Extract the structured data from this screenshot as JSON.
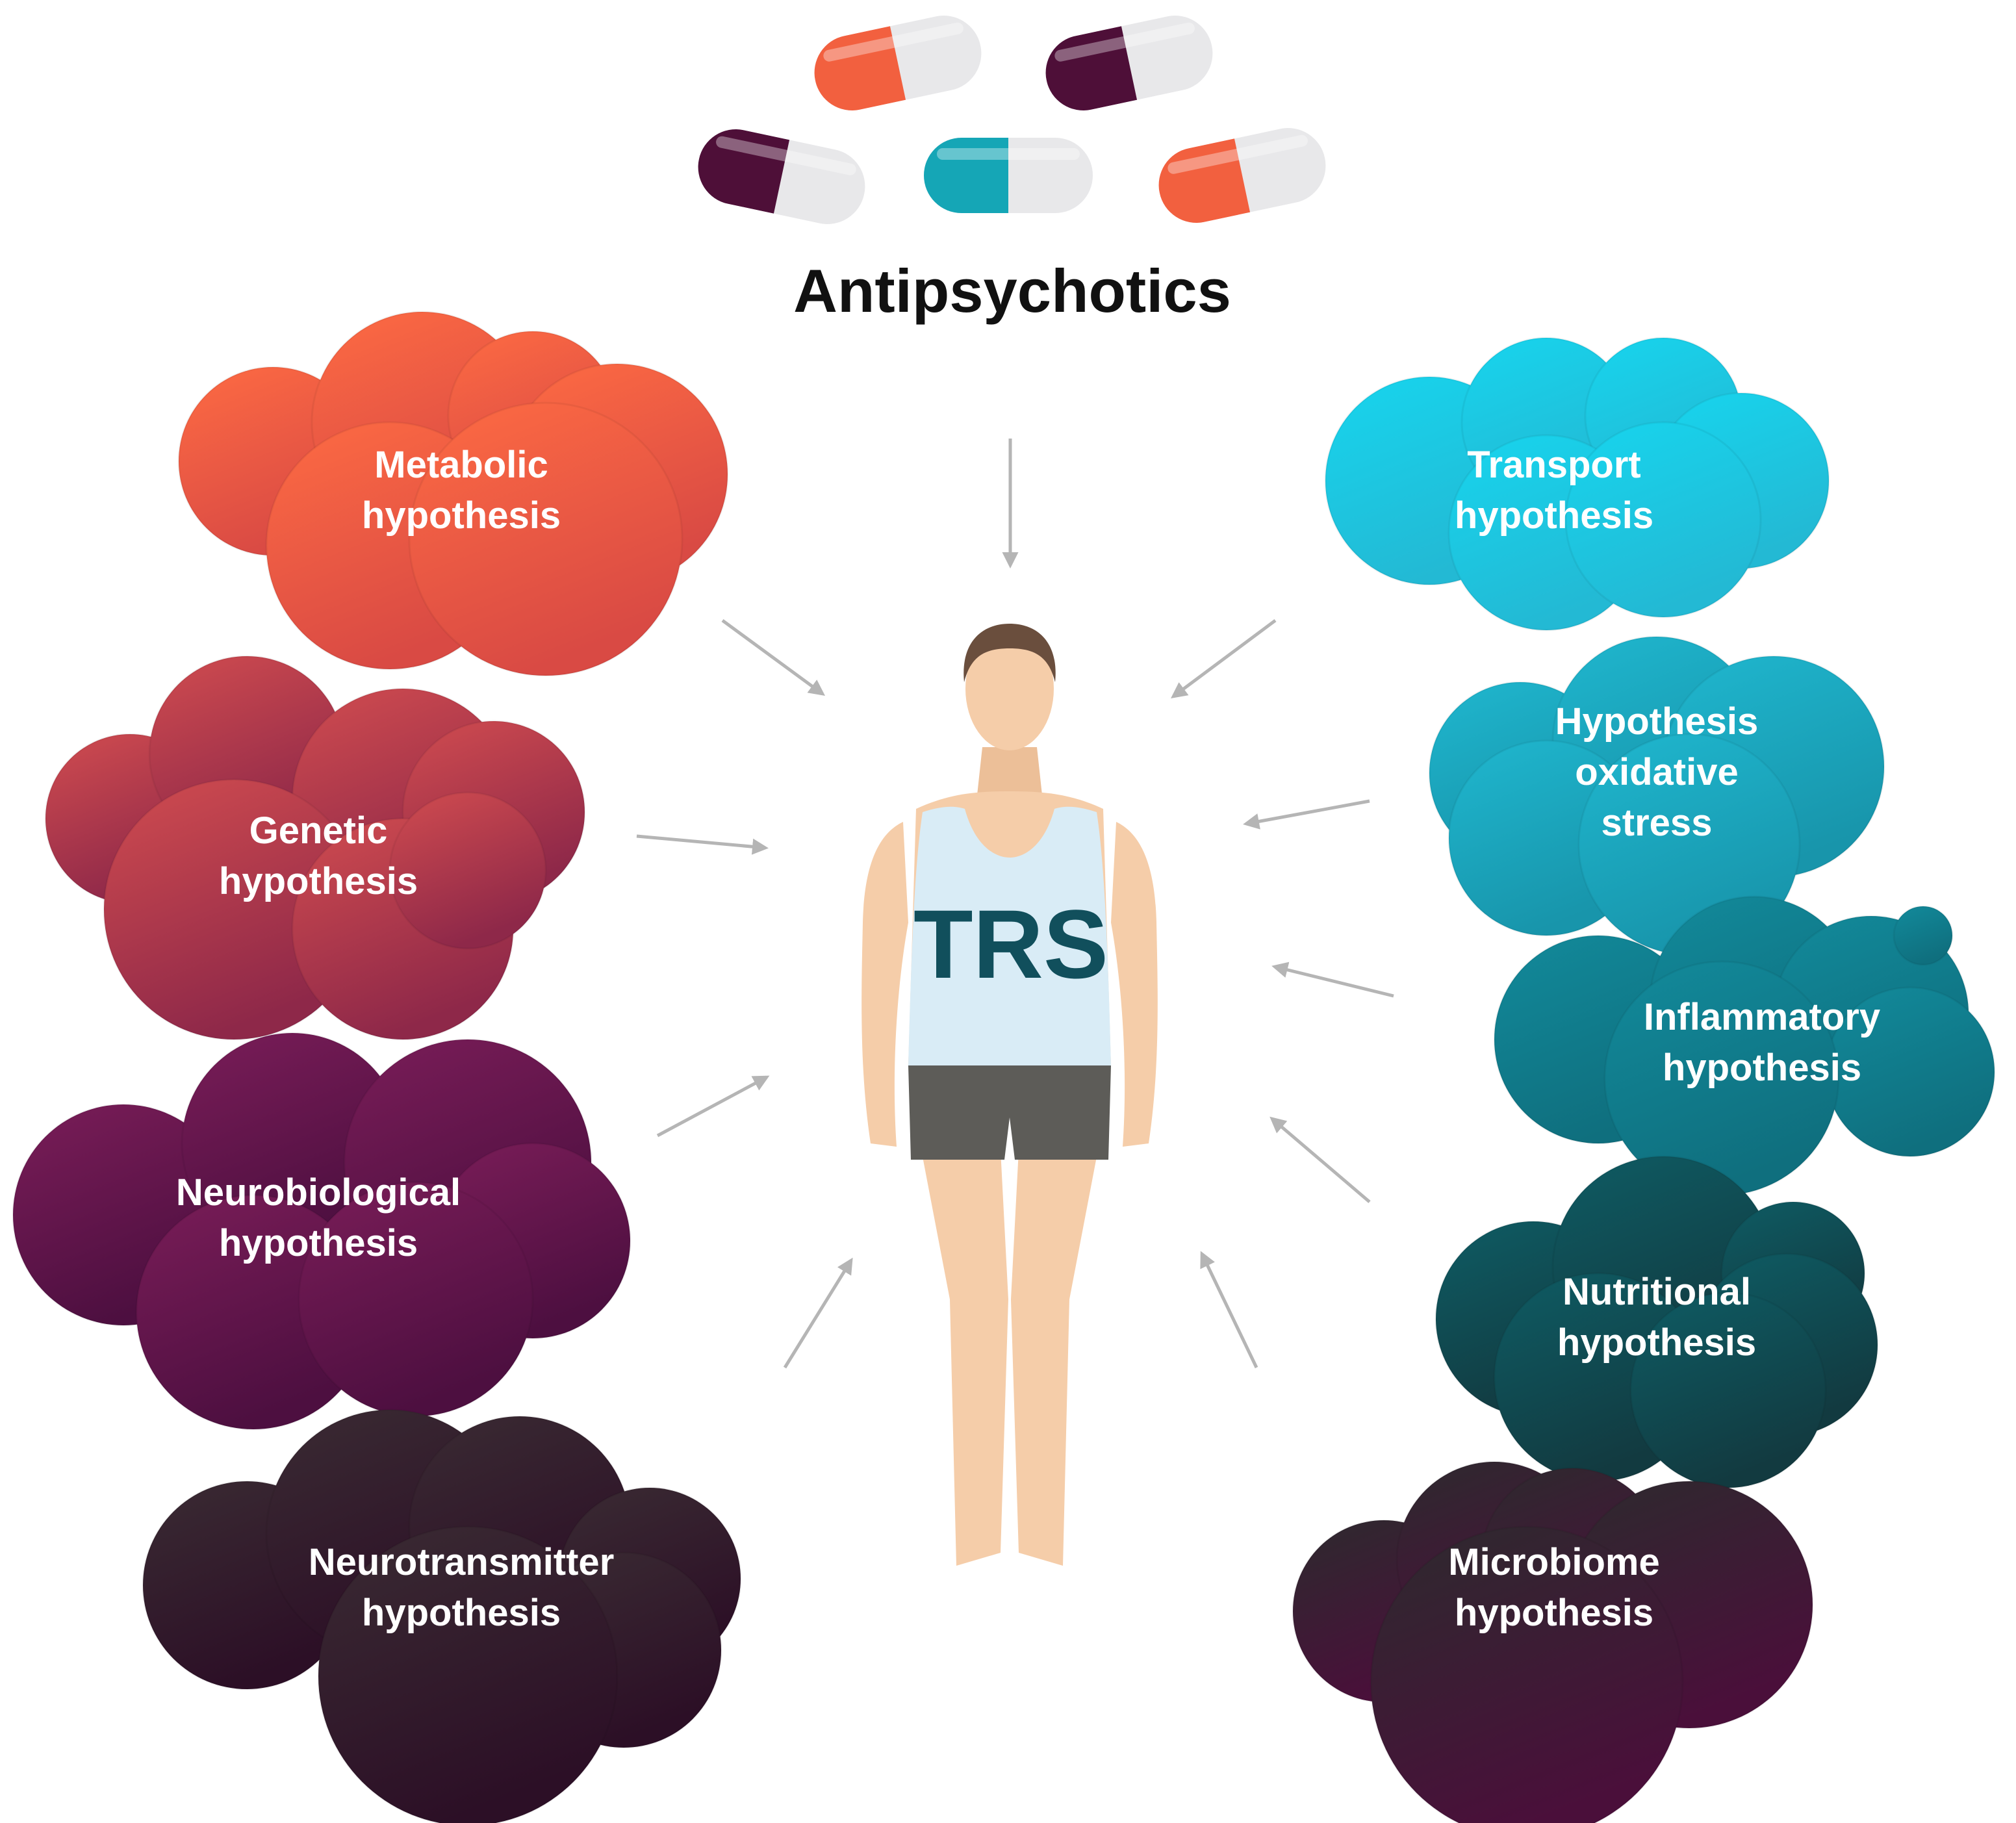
{
  "title": "Antipsychotics",
  "center_label": "TRS",
  "hypotheses_left": [
    {
      "id": "metabolic",
      "lines": [
        "Metabolic",
        "hypothesis"
      ],
      "color_top": "#fe6b43",
      "color_bottom": "#d94a44"
    },
    {
      "id": "genetic",
      "lines": [
        "Genetic",
        "hypothesis"
      ],
      "color_top": "#d14c4f",
      "color_bottom": "#8e2849"
    },
    {
      "id": "neurobiological",
      "lines": [
        "Neurobiological",
        "hypothesis"
      ],
      "color_top": "#7a1d58",
      "color_bottom": "#4d0f40"
    },
    {
      "id": "neurotransmitter",
      "lines": [
        "Neurotransmitter",
        "hypothesis"
      ],
      "color_top": "#3a2b33",
      "color_bottom": "#2c0f26"
    }
  ],
  "hypotheses_right": [
    {
      "id": "transport",
      "lines": [
        "Transport",
        "hypothesis"
      ],
      "color_top": "#17d5ee",
      "color_bottom": "#23b9d4"
    },
    {
      "id": "oxidative",
      "lines": [
        "Hypothesis",
        "oxidative",
        "stress"
      ],
      "color_top": "#1fb7cf",
      "color_bottom": "#1895ab"
    },
    {
      "id": "inflammatory",
      "lines": [
        "Inflammatory",
        "hypothesis"
      ],
      "color_top": "#128a9b",
      "color_bottom": "#0f6f7e"
    },
    {
      "id": "nutritional",
      "lines": [
        "Nutritional",
        "hypothesis"
      ],
      "color_top": "#0e5c64",
      "color_bottom": "#123a40"
    },
    {
      "id": "microbiome",
      "lines": [
        "Microbiome",
        "hypothesis"
      ],
      "color_top": "#2d2a2e",
      "color_bottom": "#4a0f3a"
    }
  ],
  "pill_colors": [
    "#f2603f",
    "#4e0f38",
    "#4e0f38",
    "#15a6b6",
    "#f2603f"
  ],
  "arrow_color": "#b5b5b5",
  "figure_colors": {
    "skin": "#f5cda9",
    "hair": "#6a4e3d",
    "shirt": "#d9ecf6",
    "shorts": "#5d5c58"
  }
}
